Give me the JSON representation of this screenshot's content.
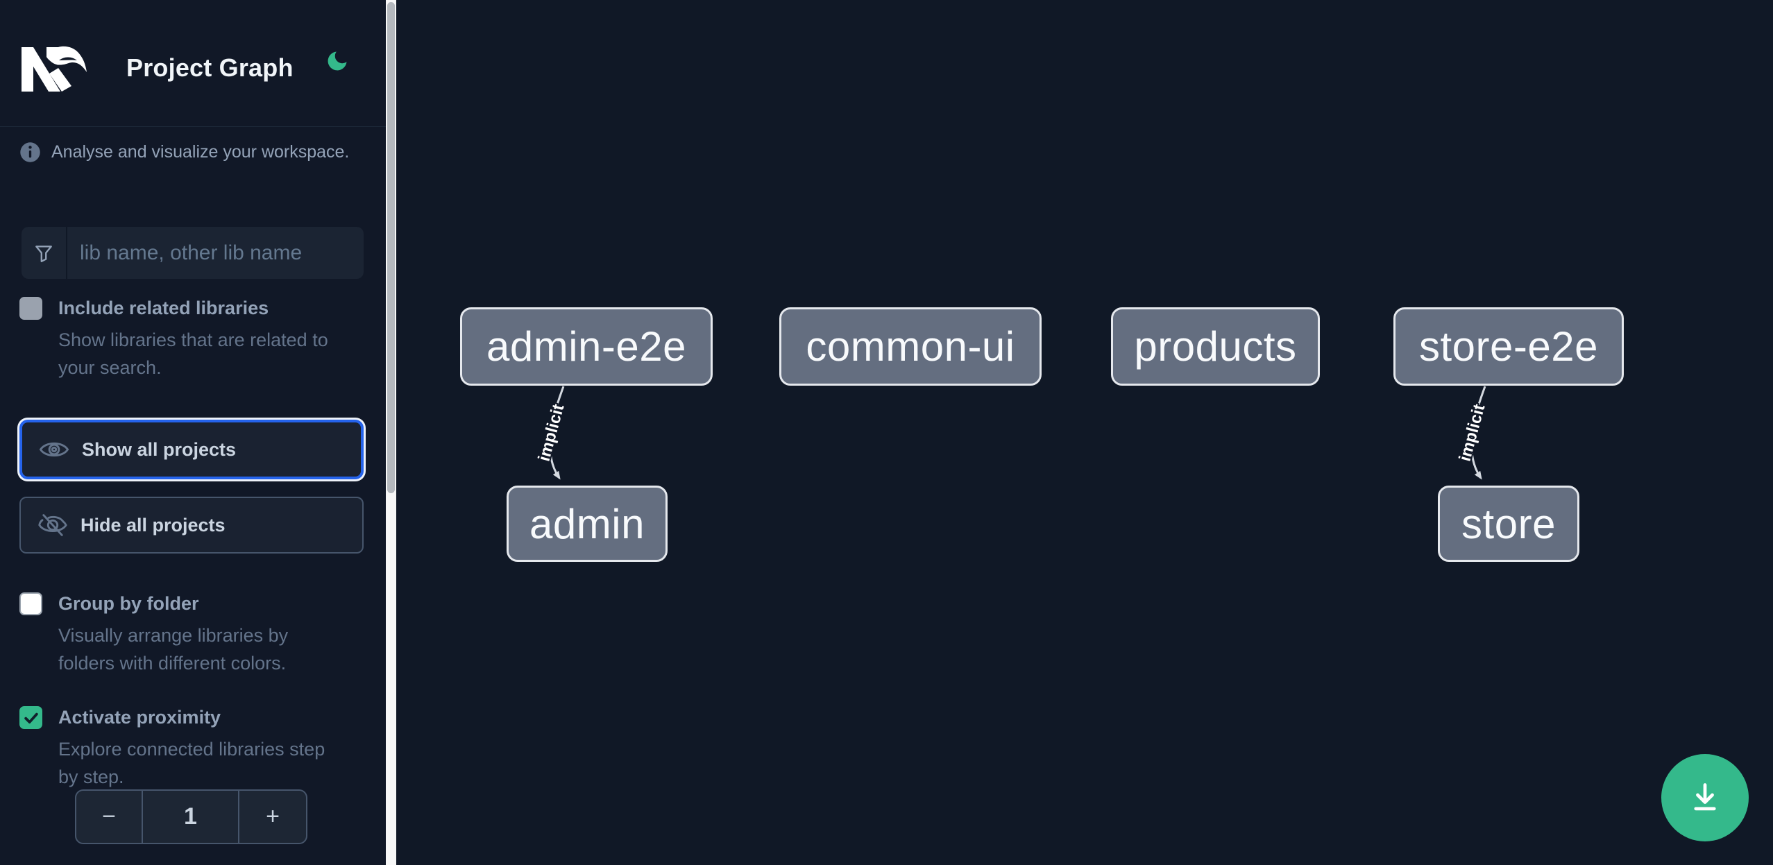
{
  "header": {
    "logo_name": "Nx",
    "title": "Project Graph",
    "theme_toggle": "dark-mode-moon"
  },
  "sidebar": {
    "tagline": "Analyse and visualize your workspace.",
    "search": {
      "placeholder": "lib name, other lib name",
      "value": ""
    },
    "options": [
      {
        "label": "Include related libraries",
        "description": "Show libraries that are related to your search.",
        "checked": false,
        "disabled": true
      },
      {
        "label": "Group by folder",
        "description": "Visually arrange libraries by folders with different colors.",
        "checked": false,
        "disabled": false
      },
      {
        "label": "Activate proximity",
        "description": "Explore connected libraries step by step.",
        "checked": true,
        "disabled": false
      }
    ],
    "buttons": [
      {
        "label": "Show all projects",
        "focused": true
      },
      {
        "label": "Hide all projects",
        "focused": false
      }
    ],
    "stepper": {
      "decrement": "−",
      "value": "1",
      "increment": "+"
    }
  },
  "graph": {
    "nodes": [
      {
        "label": "admin-e2e"
      },
      {
        "label": "common-ui"
      },
      {
        "label": "products"
      },
      {
        "label": "store-e2e"
      },
      {
        "label": "admin"
      },
      {
        "label": "store"
      }
    ],
    "edges": [
      {
        "from": "admin-e2e",
        "to": "admin",
        "label": "implicit"
      },
      {
        "from": "store-e2e",
        "to": "store",
        "label": "implicit"
      }
    ]
  },
  "colors": {
    "background": "#111827",
    "accent_green": "#34b98b",
    "focus_blue": "#2563eb",
    "node_fill": "#646e80",
    "node_border": "#e5e8ed",
    "edge": "#d4d9e0"
  }
}
